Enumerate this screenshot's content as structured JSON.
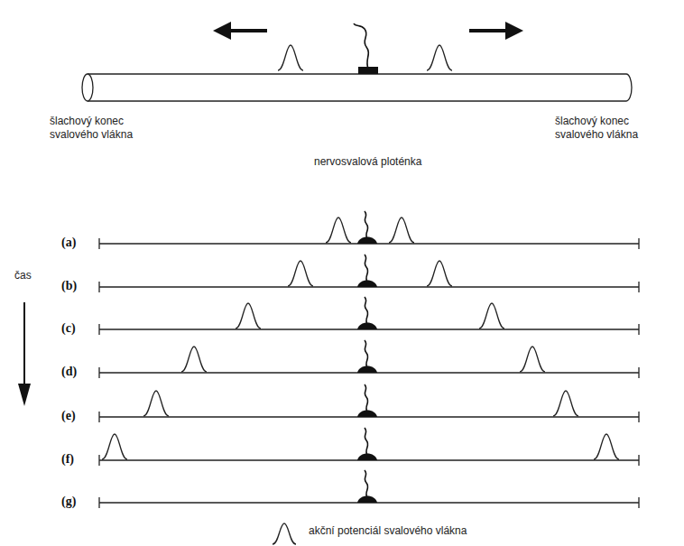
{
  "diagram": {
    "labels": [
      "šlachový konec svalového vlákna",
      "šlachový konec svalového vlákna",
      "nervosvalová ploténka",
      "čas",
      "(a)",
      "(b)",
      "(c)",
      "(d)",
      "(e)",
      "(f)",
      "(g)"
    ],
    "legend": [
      {
        "text": "akční potenciál svalového vlákna"
      }
    ]
  }
}
